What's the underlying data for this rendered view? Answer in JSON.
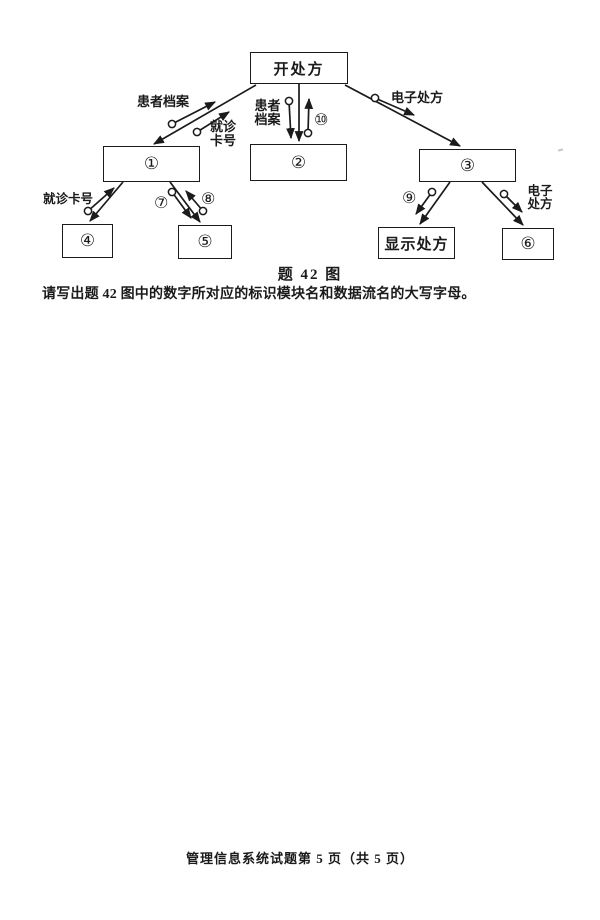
{
  "page": {
    "caption": "题 42 图",
    "question": "请写出题 42 图中的数字所对应的标识模块名和数据流名的大写字母。",
    "footer": "管理信息系统试题第 5 页（共 5 页）"
  },
  "diagram": {
    "boxes": {
      "prescribe": {
        "label": "开处方"
      },
      "m1": {
        "label": "①"
      },
      "m2": {
        "label": "②"
      },
      "m3": {
        "label": "③"
      },
      "m4": {
        "label": "④"
      },
      "m5": {
        "label": "⑤"
      },
      "m6": {
        "label": "⑥"
      },
      "display": {
        "label": "显示处方"
      }
    },
    "flow_labels": {
      "patient_file_top": "患者档案",
      "card_no_top": "就诊\n卡号",
      "patient_file_mid": "患者\n档案",
      "num10": "⑩",
      "e_rx_top": "电子处方",
      "card_no_left": "就诊卡号",
      "num7": "⑦",
      "num8": "⑧",
      "num9": "⑨",
      "e_rx_right": "电子\n处方"
    }
  },
  "colors": {
    "ink": "#1b1b1b",
    "paper": "#ffffff"
  }
}
